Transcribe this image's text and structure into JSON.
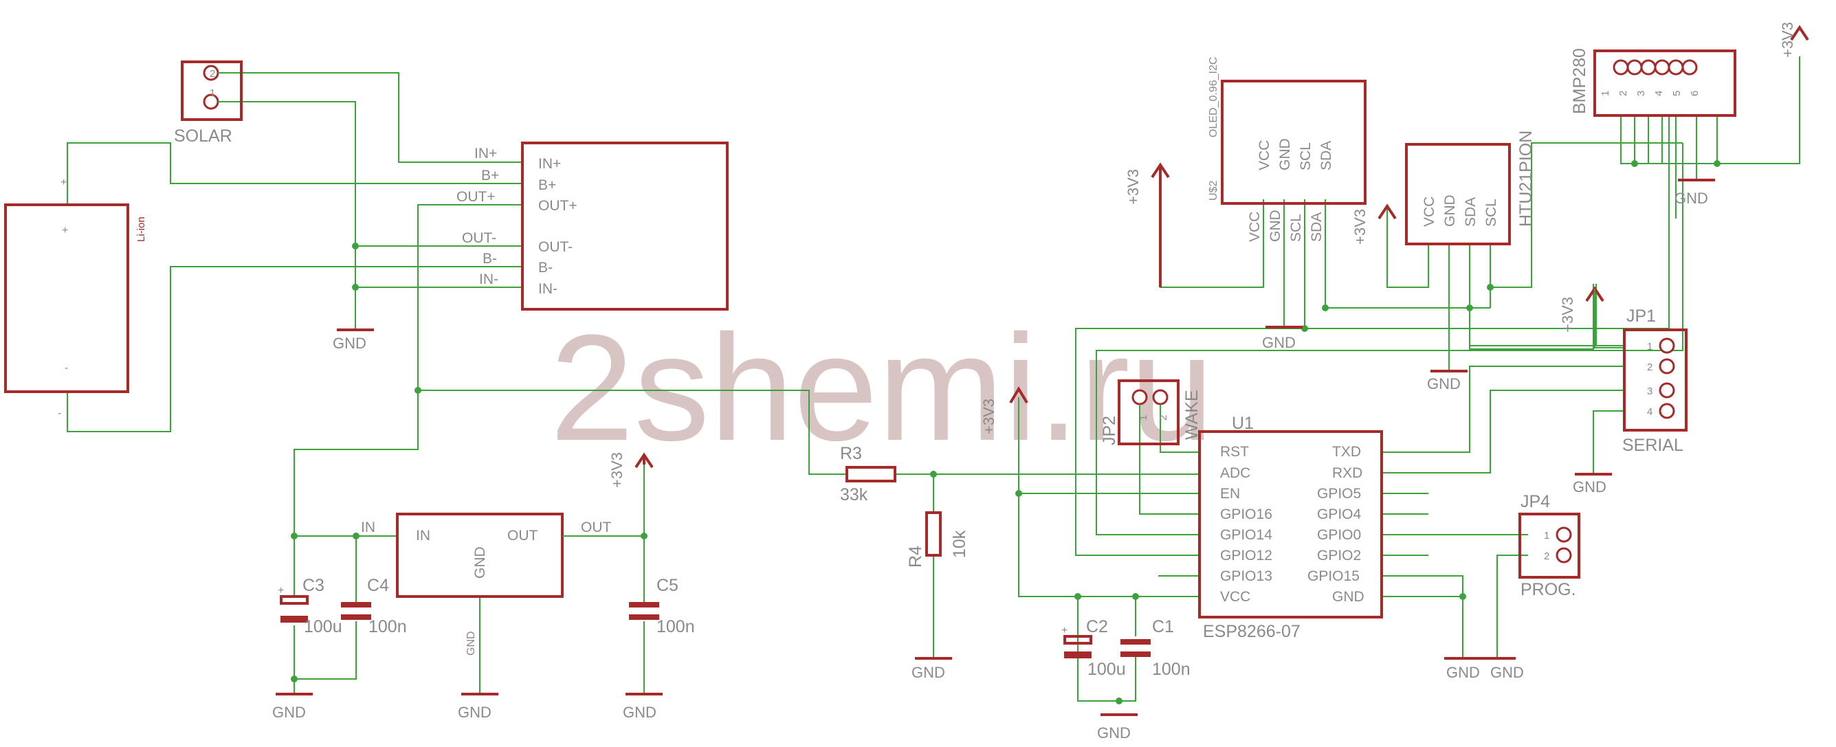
{
  "watermark": "2shemi.ru",
  "power": {
    "v33": "+3V3",
    "gnd": "GND"
  },
  "solar": {
    "ref": "SOLAR",
    "pin2": "2",
    "pin1": "1"
  },
  "battery": {
    "ref": "Li-ion",
    "plus": "+",
    "minus": "-"
  },
  "charger": {
    "pins_left": [
      "IN+",
      "B+",
      "OUT+",
      "OUT-",
      "B-",
      "IN-"
    ],
    "pins_in": [
      "IN+",
      "B+",
      "OUT+",
      "OUT-",
      "B-",
      "IN-"
    ]
  },
  "regulator": {
    "in_net": "IN",
    "out_net": "OUT",
    "pin_in": "IN",
    "pin_out": "OUT",
    "pin_gnd": "GND",
    "pin_gnd_bottom": "GND"
  },
  "caps": {
    "c3": {
      "ref": "C3",
      "value": "100u",
      "plus": "+"
    },
    "c4": {
      "ref": "C4",
      "value": "100n"
    },
    "c5": {
      "ref": "C5",
      "value": "100n"
    },
    "c2": {
      "ref": "C2",
      "value": "100u",
      "plus": "+"
    },
    "c1": {
      "ref": "C1",
      "value": "100n"
    }
  },
  "resistors": {
    "r3": {
      "ref": "R3",
      "value": "33k"
    },
    "r4": {
      "ref": "R4",
      "value": "10k"
    }
  },
  "jp2": {
    "ref": "JP2",
    "name": "WAKE",
    "pin1": "1",
    "pin2": "2"
  },
  "esp": {
    "ref": "U1",
    "name": "ESP8266-07",
    "pins_left": [
      "RST",
      "ADC",
      "EN",
      "GPIO16",
      "GPIO14",
      "GPIO12",
      "GPIO13",
      "VCC"
    ],
    "pins_right": [
      "TXD",
      "RXD",
      "GPIO5",
      "GPIO4",
      "GPIO0",
      "GPIO2",
      "GPIO15",
      "GND"
    ]
  },
  "jp1": {
    "ref": "JP1",
    "name": "SERIAL",
    "pins": [
      "1",
      "2",
      "3",
      "4"
    ]
  },
  "jp4": {
    "ref": "JP4",
    "name": "PROG.",
    "pins": [
      "1",
      "2"
    ]
  },
  "oled": {
    "ref": "U$2",
    "name": "OLED_0.96_I2C",
    "pins_in": [
      "VCC",
      "GND",
      "SCL",
      "SDA"
    ],
    "pins_out": [
      "VCC",
      "GND",
      "SCL",
      "SDA"
    ]
  },
  "htu": {
    "name": "HTU21PION",
    "pins": [
      "VCC",
      "GND",
      "SDA",
      "SCL"
    ]
  },
  "bmp": {
    "name": "BMP280",
    "pins": [
      "1",
      "2",
      "3",
      "4",
      "5",
      "6"
    ]
  }
}
